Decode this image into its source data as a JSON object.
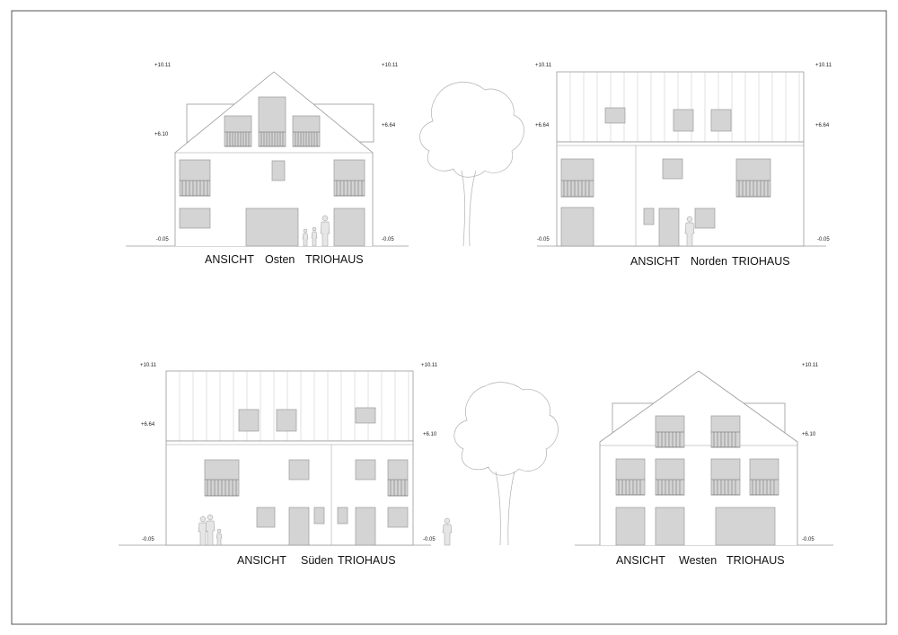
{
  "colors": {
    "line": "#9a9a9a",
    "frame": "#555555",
    "glass": "#d4d4d4",
    "text": "#111111"
  },
  "views": [
    {
      "title": [
        "ANSICHT",
        "Osten",
        "TRIOHAUS"
      ],
      "levels": {
        "top_left": "+10.11",
        "top_right": "+10.11",
        "mid_left": "+6.10",
        "mid_right": "+6.64",
        "bottom_left": "-0.05",
        "bottom_right": "-0.05"
      }
    },
    {
      "title": [
        "ANSICHT",
        "Norden",
        "TRIOHAUS"
      ],
      "levels": {
        "top_left": "+10.11",
        "top_right": "+10.11",
        "mid_left": "+6.64",
        "mid_right": "+6.64",
        "bottom_left": "-0.05",
        "bottom_right": "-0.05"
      }
    },
    {
      "title": [
        "ANSICHT",
        "Süden",
        "TRIOHAUS"
      ],
      "levels": {
        "top_left": "+10.11",
        "top_right": "+10.11",
        "mid_left": "+6.64",
        "mid_right": "+6.10",
        "bottom_left": "-0.05",
        "bottom_right": "-0.05"
      }
    },
    {
      "title": [
        "ANSICHT",
        "Westen",
        "TRIOHAUS"
      ],
      "levels": {
        "top_left": "",
        "top_right": "+10.11",
        "mid_left": "",
        "mid_right": "+6.10",
        "bottom_left": "",
        "bottom_right": "-0.05"
      }
    }
  ],
  "icons": {
    "tree": "tree-icon",
    "person": "person-silhouette-icon"
  }
}
